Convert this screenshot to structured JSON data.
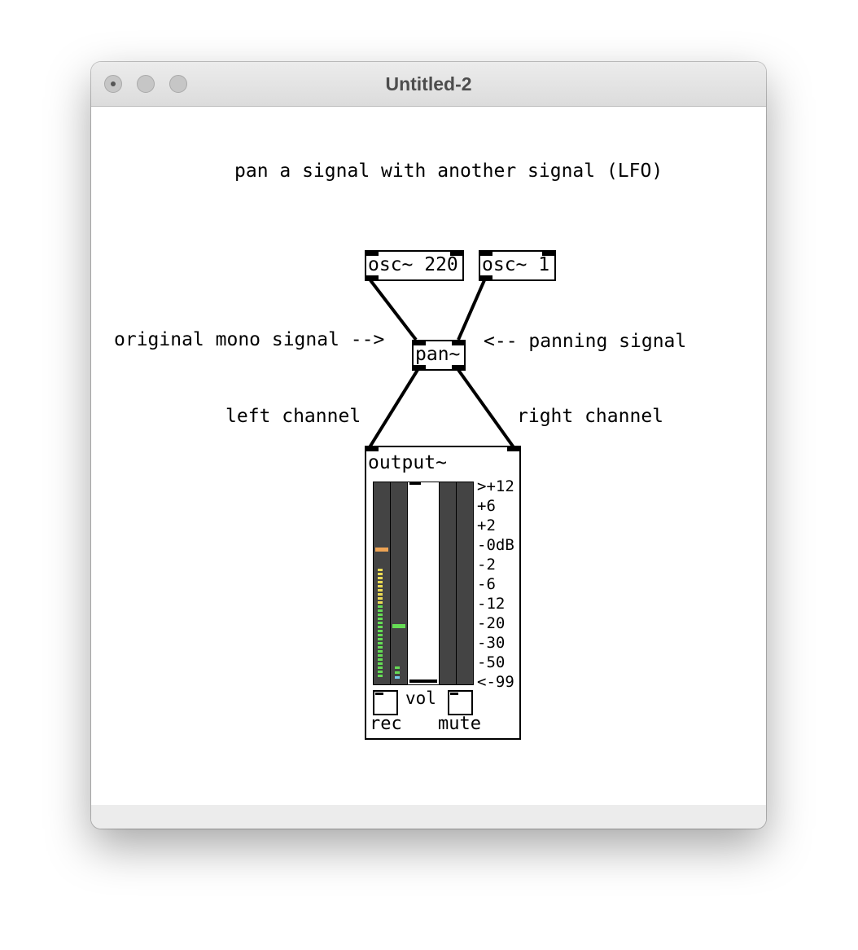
{
  "window": {
    "title": "Untitled-2"
  },
  "comments": {
    "header": "pan a signal with another signal (LFO)",
    "mono": "original mono signal -->",
    "panning": "<-- panning signal",
    "left": "left channel",
    "right": "right channel"
  },
  "objects": {
    "osc1": "osc~ 220",
    "osc2": "osc~ 1",
    "pan": "pan~"
  },
  "output": {
    "name": "output~",
    "scale": [
      ">+12",
      "+6",
      "+2",
      "-0dB",
      "-2",
      "-6",
      "-12",
      "-20",
      "-30",
      "-50",
      "<-99"
    ],
    "vol_label": "vol",
    "rec_label": "rec",
    "mute_label": "mute",
    "colors": {
      "meter_bg": "#444444",
      "green": "#66dd55",
      "yellow": "#eedd55",
      "orange": "#eea455",
      "cyan": "#77ccee"
    }
  }
}
